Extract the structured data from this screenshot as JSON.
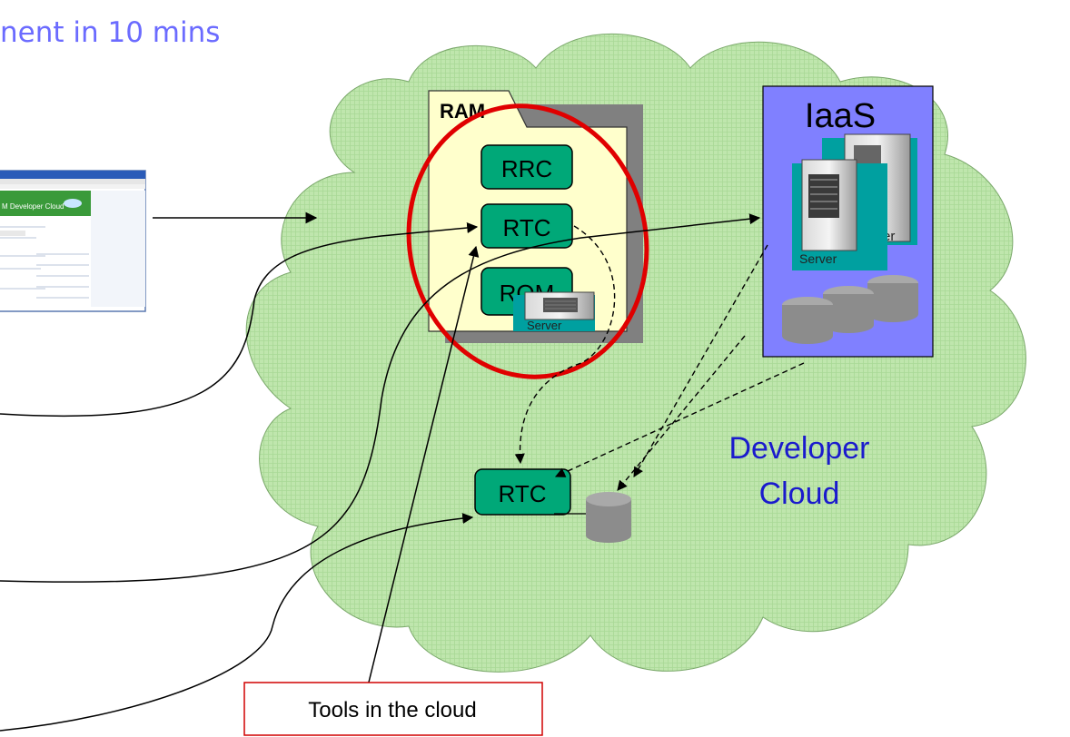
{
  "title": "nent in 10 mins",
  "cloud_label_line1": "Developer",
  "cloud_label_line2": "Cloud",
  "ram_label": "RAM",
  "rrc_label": "RRC",
  "rtc_label": "RTC",
  "rqm_label": "RQM",
  "server_label": "Server",
  "iaas_label": "IaaS",
  "iaas_server_label": "Server",
  "iaas_server_back_label": "er",
  "rtc_bottom_label": "RTC",
  "callout_text": "Tools in the cloud",
  "colors": {
    "cloud_fill": "#b9e3a6",
    "folder_fill": "#ffffcc",
    "tool_box": "#00a878",
    "iaas_fill": "#8080ff",
    "ellipse": "#e00000",
    "title": "#6b6bff",
    "cloud_text": "#1a1acd"
  }
}
